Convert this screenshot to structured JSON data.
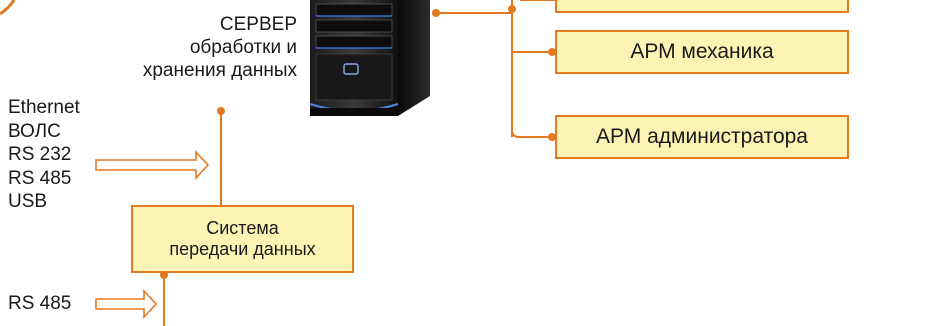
{
  "colors": {
    "accent": "#e4791f",
    "box_fill": "#fdf3b4",
    "text": "#1a1a1a"
  },
  "server": {
    "icon": "tower-server-icon",
    "caption": [
      "СЕРВЕР",
      "обработки и",
      "хранения данных"
    ]
  },
  "protocols": [
    "Ethernet",
    "ВОЛС",
    "RS 232",
    "RS 485",
    "USB"
  ],
  "bottom_protocol": "RS 485",
  "transmission_system": [
    "Система",
    "передачи данных"
  ],
  "workstations": [
    "АРМ механика",
    "АРМ администратора"
  ]
}
